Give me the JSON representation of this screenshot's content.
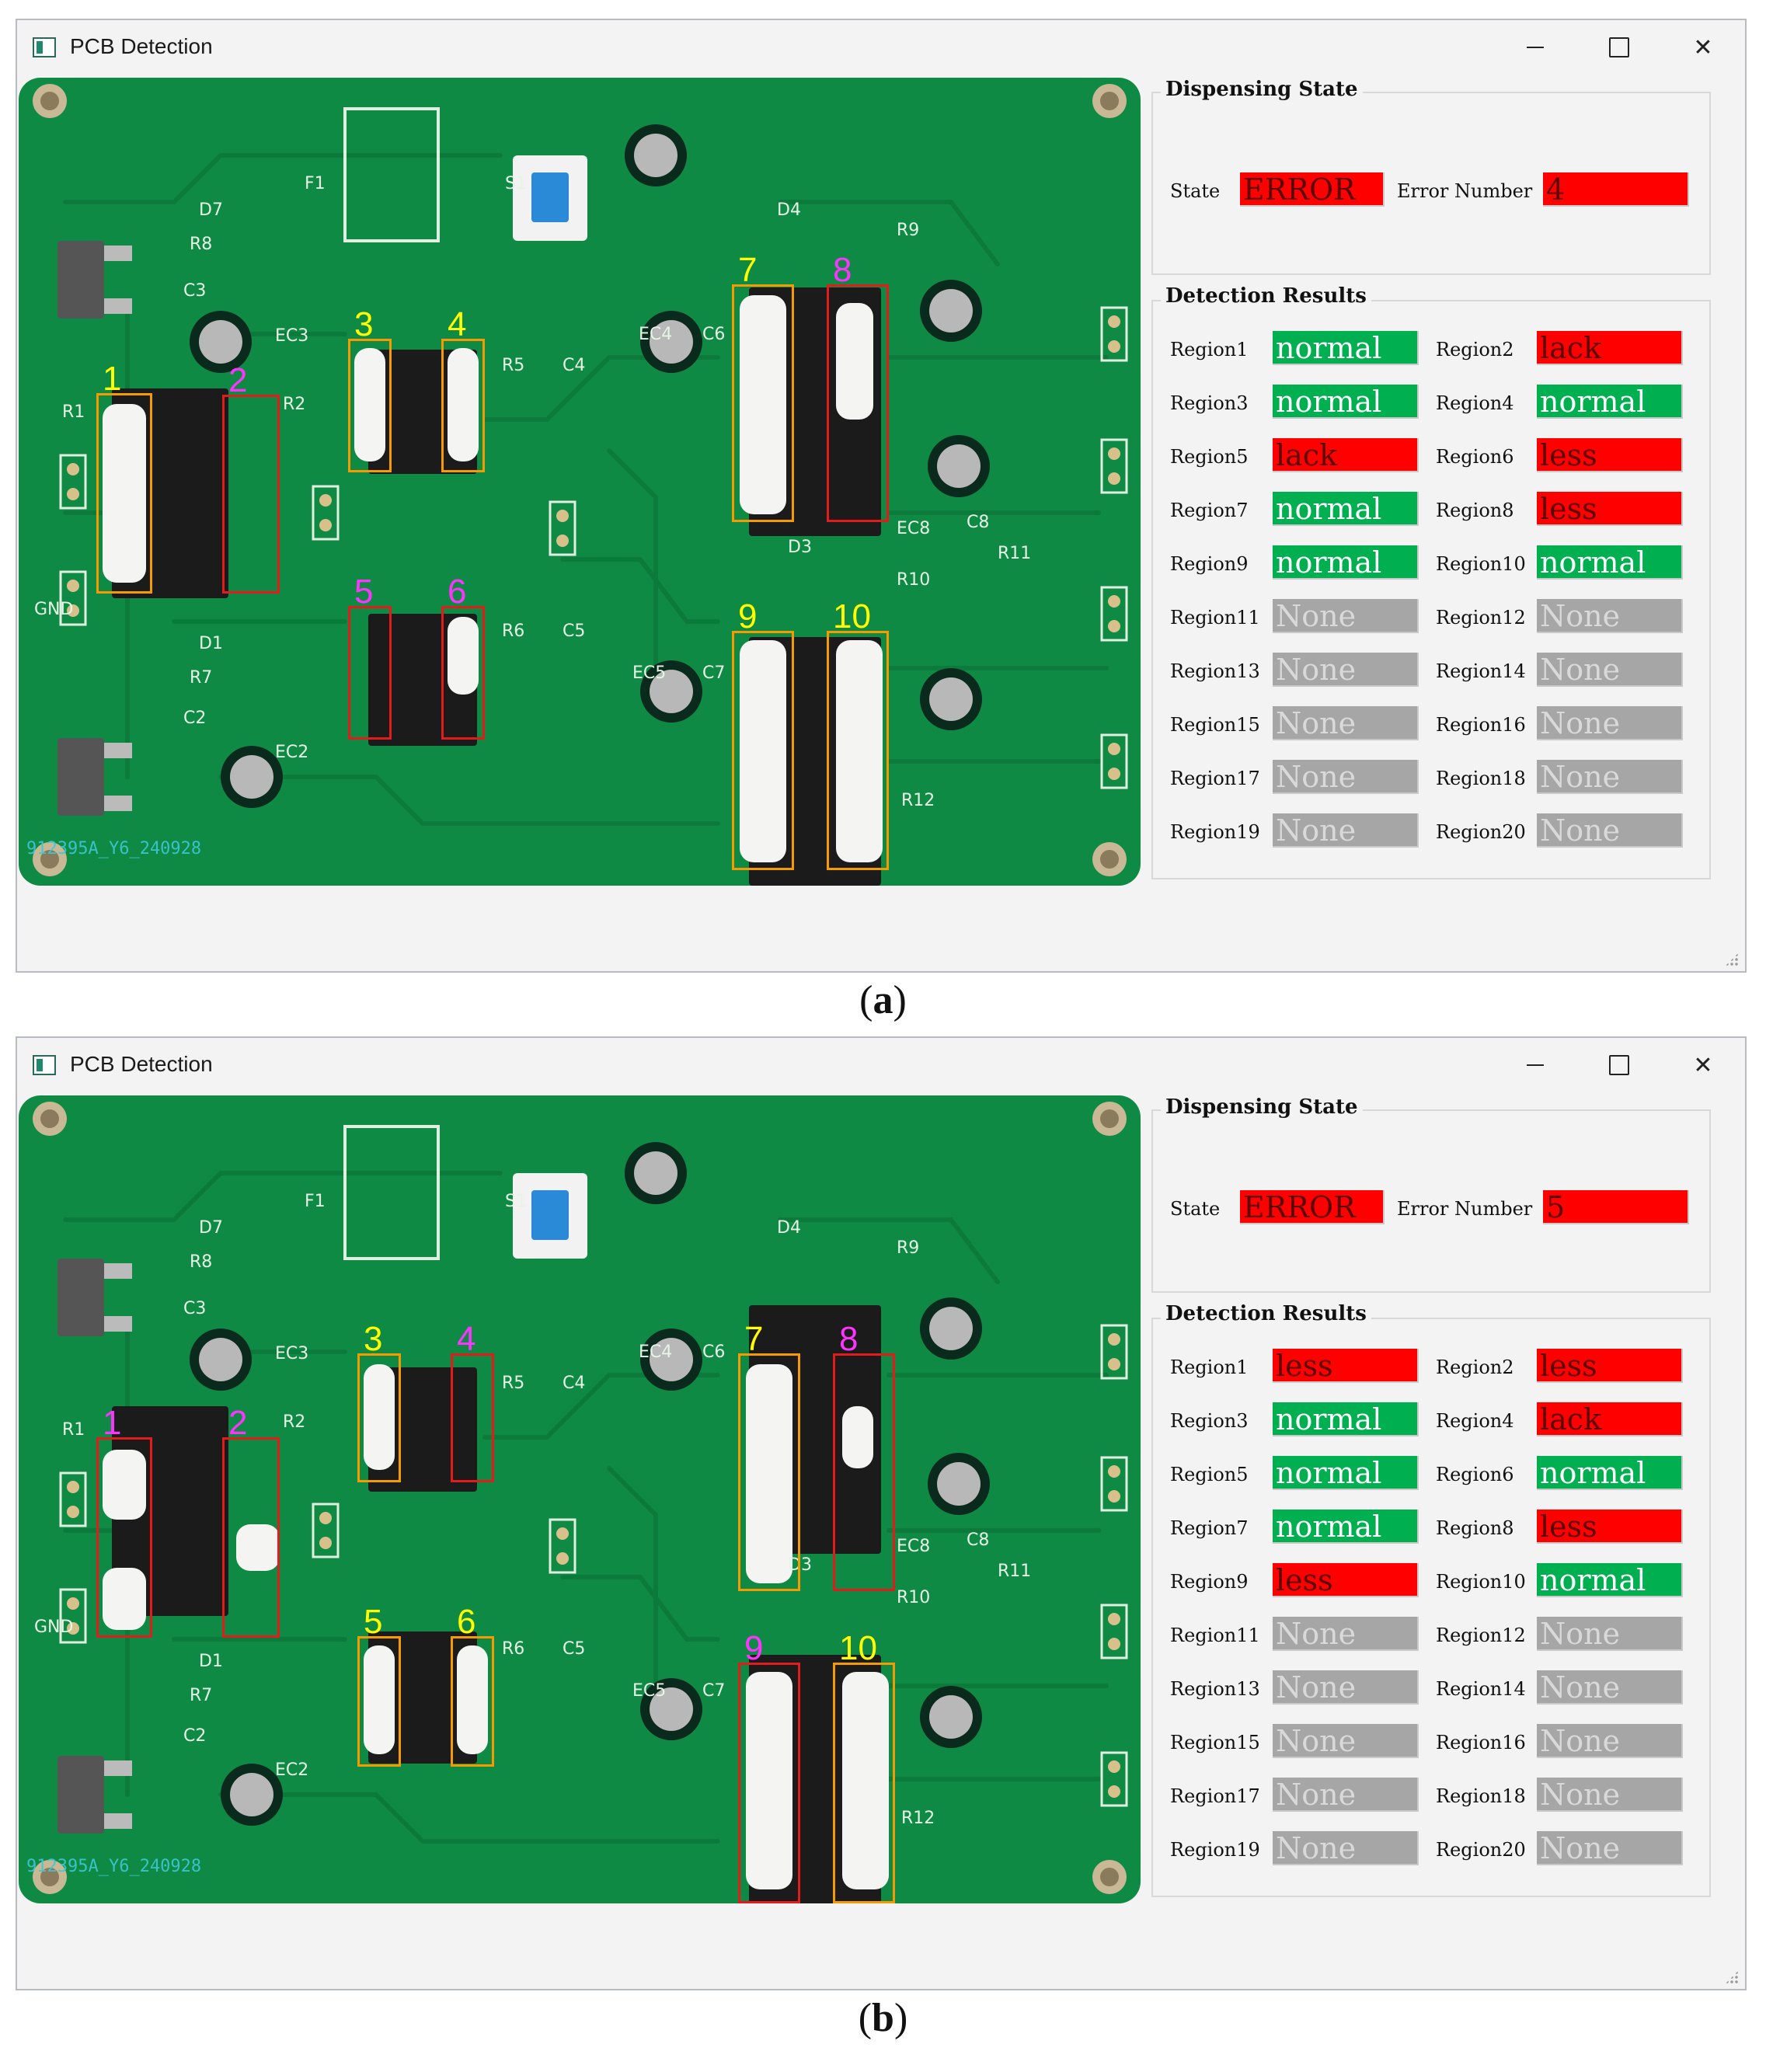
{
  "window": {
    "title": "PCB Detection",
    "minimize_icon": "minimize-icon",
    "maximize_icon": "maximize-icon",
    "close_icon": "close-icon"
  },
  "dispensing_state": {
    "group_title": "Dispensing State",
    "state_label": "State",
    "error_number_label": "Error Number"
  },
  "detection_results": {
    "group_title": "Detection Results"
  },
  "pcb_silkscreen": [
    "F1",
    "S1",
    "D4",
    "R9",
    "D7",
    "R8",
    "C3",
    "EC3",
    "R5",
    "C4",
    "EC4",
    "C6",
    "R2",
    "R1",
    "GND",
    "D1",
    "R7",
    "C2",
    "EC2",
    "R6",
    "C5",
    "EC5",
    "C7",
    "D3",
    "R10",
    "R11",
    "R12",
    "EC8",
    "C8"
  ],
  "panels": [
    {
      "caption_letter": "a",
      "state": "ERROR",
      "error_number": "4",
      "serial": "912395A_Y6_240928",
      "regions": [
        {
          "label": "Region1",
          "value": "normal",
          "status": "normal"
        },
        {
          "label": "Region2",
          "value": "lack",
          "status": "error"
        },
        {
          "label": "Region3",
          "value": "normal",
          "status": "normal"
        },
        {
          "label": "Region4",
          "value": "normal",
          "status": "normal"
        },
        {
          "label": "Region5",
          "value": "lack",
          "status": "error"
        },
        {
          "label": "Region6",
          "value": "less",
          "status": "error"
        },
        {
          "label": "Region7",
          "value": "normal",
          "status": "normal"
        },
        {
          "label": "Region8",
          "value": "less",
          "status": "error"
        },
        {
          "label": "Region9",
          "value": "normal",
          "status": "normal"
        },
        {
          "label": "Region10",
          "value": "normal",
          "status": "normal"
        },
        {
          "label": "Region11",
          "value": "None",
          "status": "none"
        },
        {
          "label": "Region12",
          "value": "None",
          "status": "none"
        },
        {
          "label": "Region13",
          "value": "None",
          "status": "none"
        },
        {
          "label": "Region14",
          "value": "None",
          "status": "none"
        },
        {
          "label": "Region15",
          "value": "None",
          "status": "none"
        },
        {
          "label": "Region16",
          "value": "None",
          "status": "none"
        },
        {
          "label": "Region17",
          "value": "None",
          "status": "none"
        },
        {
          "label": "Region18",
          "value": "None",
          "status": "none"
        },
        {
          "label": "Region19",
          "value": "None",
          "status": "none"
        },
        {
          "label": "Region20",
          "value": "None",
          "status": "none"
        }
      ],
      "pcb_boxes": [
        {
          "label": "1",
          "box_color": "orange",
          "label_color": "yellow"
        },
        {
          "label": "2",
          "box_color": "red",
          "label_color": "magenta"
        },
        {
          "label": "3",
          "box_color": "orange",
          "label_color": "yellow"
        },
        {
          "label": "4",
          "box_color": "orange",
          "label_color": "yellow"
        },
        {
          "label": "5",
          "box_color": "red",
          "label_color": "magenta"
        },
        {
          "label": "6",
          "box_color": "red",
          "label_color": "magenta"
        },
        {
          "label": "7",
          "box_color": "orange",
          "label_color": "yellow"
        },
        {
          "label": "8",
          "box_color": "red",
          "label_color": "magenta"
        },
        {
          "label": "9",
          "box_color": "orange",
          "label_color": "yellow"
        },
        {
          "label": "10",
          "box_color": "orange",
          "label_color": "yellow"
        }
      ]
    },
    {
      "caption_letter": "b",
      "state": "ERROR",
      "error_number": "5",
      "serial": "912395A_Y6_240928",
      "regions": [
        {
          "label": "Region1",
          "value": "less",
          "status": "error"
        },
        {
          "label": "Region2",
          "value": "less",
          "status": "error"
        },
        {
          "label": "Region3",
          "value": "normal",
          "status": "normal"
        },
        {
          "label": "Region4",
          "value": "lack",
          "status": "error"
        },
        {
          "label": "Region5",
          "value": "normal",
          "status": "normal"
        },
        {
          "label": "Region6",
          "value": "normal",
          "status": "normal"
        },
        {
          "label": "Region7",
          "value": "normal",
          "status": "normal"
        },
        {
          "label": "Region8",
          "value": "less",
          "status": "error"
        },
        {
          "label": "Region9",
          "value": "less",
          "status": "error"
        },
        {
          "label": "Region10",
          "value": "normal",
          "status": "normal"
        },
        {
          "label": "Region11",
          "value": "None",
          "status": "none"
        },
        {
          "label": "Region12",
          "value": "None",
          "status": "none"
        },
        {
          "label": "Region13",
          "value": "None",
          "status": "none"
        },
        {
          "label": "Region14",
          "value": "None",
          "status": "none"
        },
        {
          "label": "Region15",
          "value": "None",
          "status": "none"
        },
        {
          "label": "Region16",
          "value": "None",
          "status": "none"
        },
        {
          "label": "Region17",
          "value": "None",
          "status": "none"
        },
        {
          "label": "Region18",
          "value": "None",
          "status": "none"
        },
        {
          "label": "Region19",
          "value": "None",
          "status": "none"
        },
        {
          "label": "Region20",
          "value": "None",
          "status": "none"
        }
      ],
      "pcb_boxes": [
        {
          "label": "1",
          "box_color": "red",
          "label_color": "magenta"
        },
        {
          "label": "2",
          "box_color": "red",
          "label_color": "magenta"
        },
        {
          "label": "3",
          "box_color": "orange",
          "label_color": "yellow"
        },
        {
          "label": "4",
          "box_color": "red",
          "label_color": "magenta"
        },
        {
          "label": "5",
          "box_color": "orange",
          "label_color": "yellow"
        },
        {
          "label": "6",
          "box_color": "orange",
          "label_color": "yellow"
        },
        {
          "label": "7",
          "box_color": "orange",
          "label_color": "yellow"
        },
        {
          "label": "8",
          "box_color": "red",
          "label_color": "magenta"
        },
        {
          "label": "9",
          "box_color": "red",
          "label_color": "magenta"
        },
        {
          "label": "10",
          "box_color": "orange",
          "label_color": "yellow"
        }
      ]
    }
  ]
}
